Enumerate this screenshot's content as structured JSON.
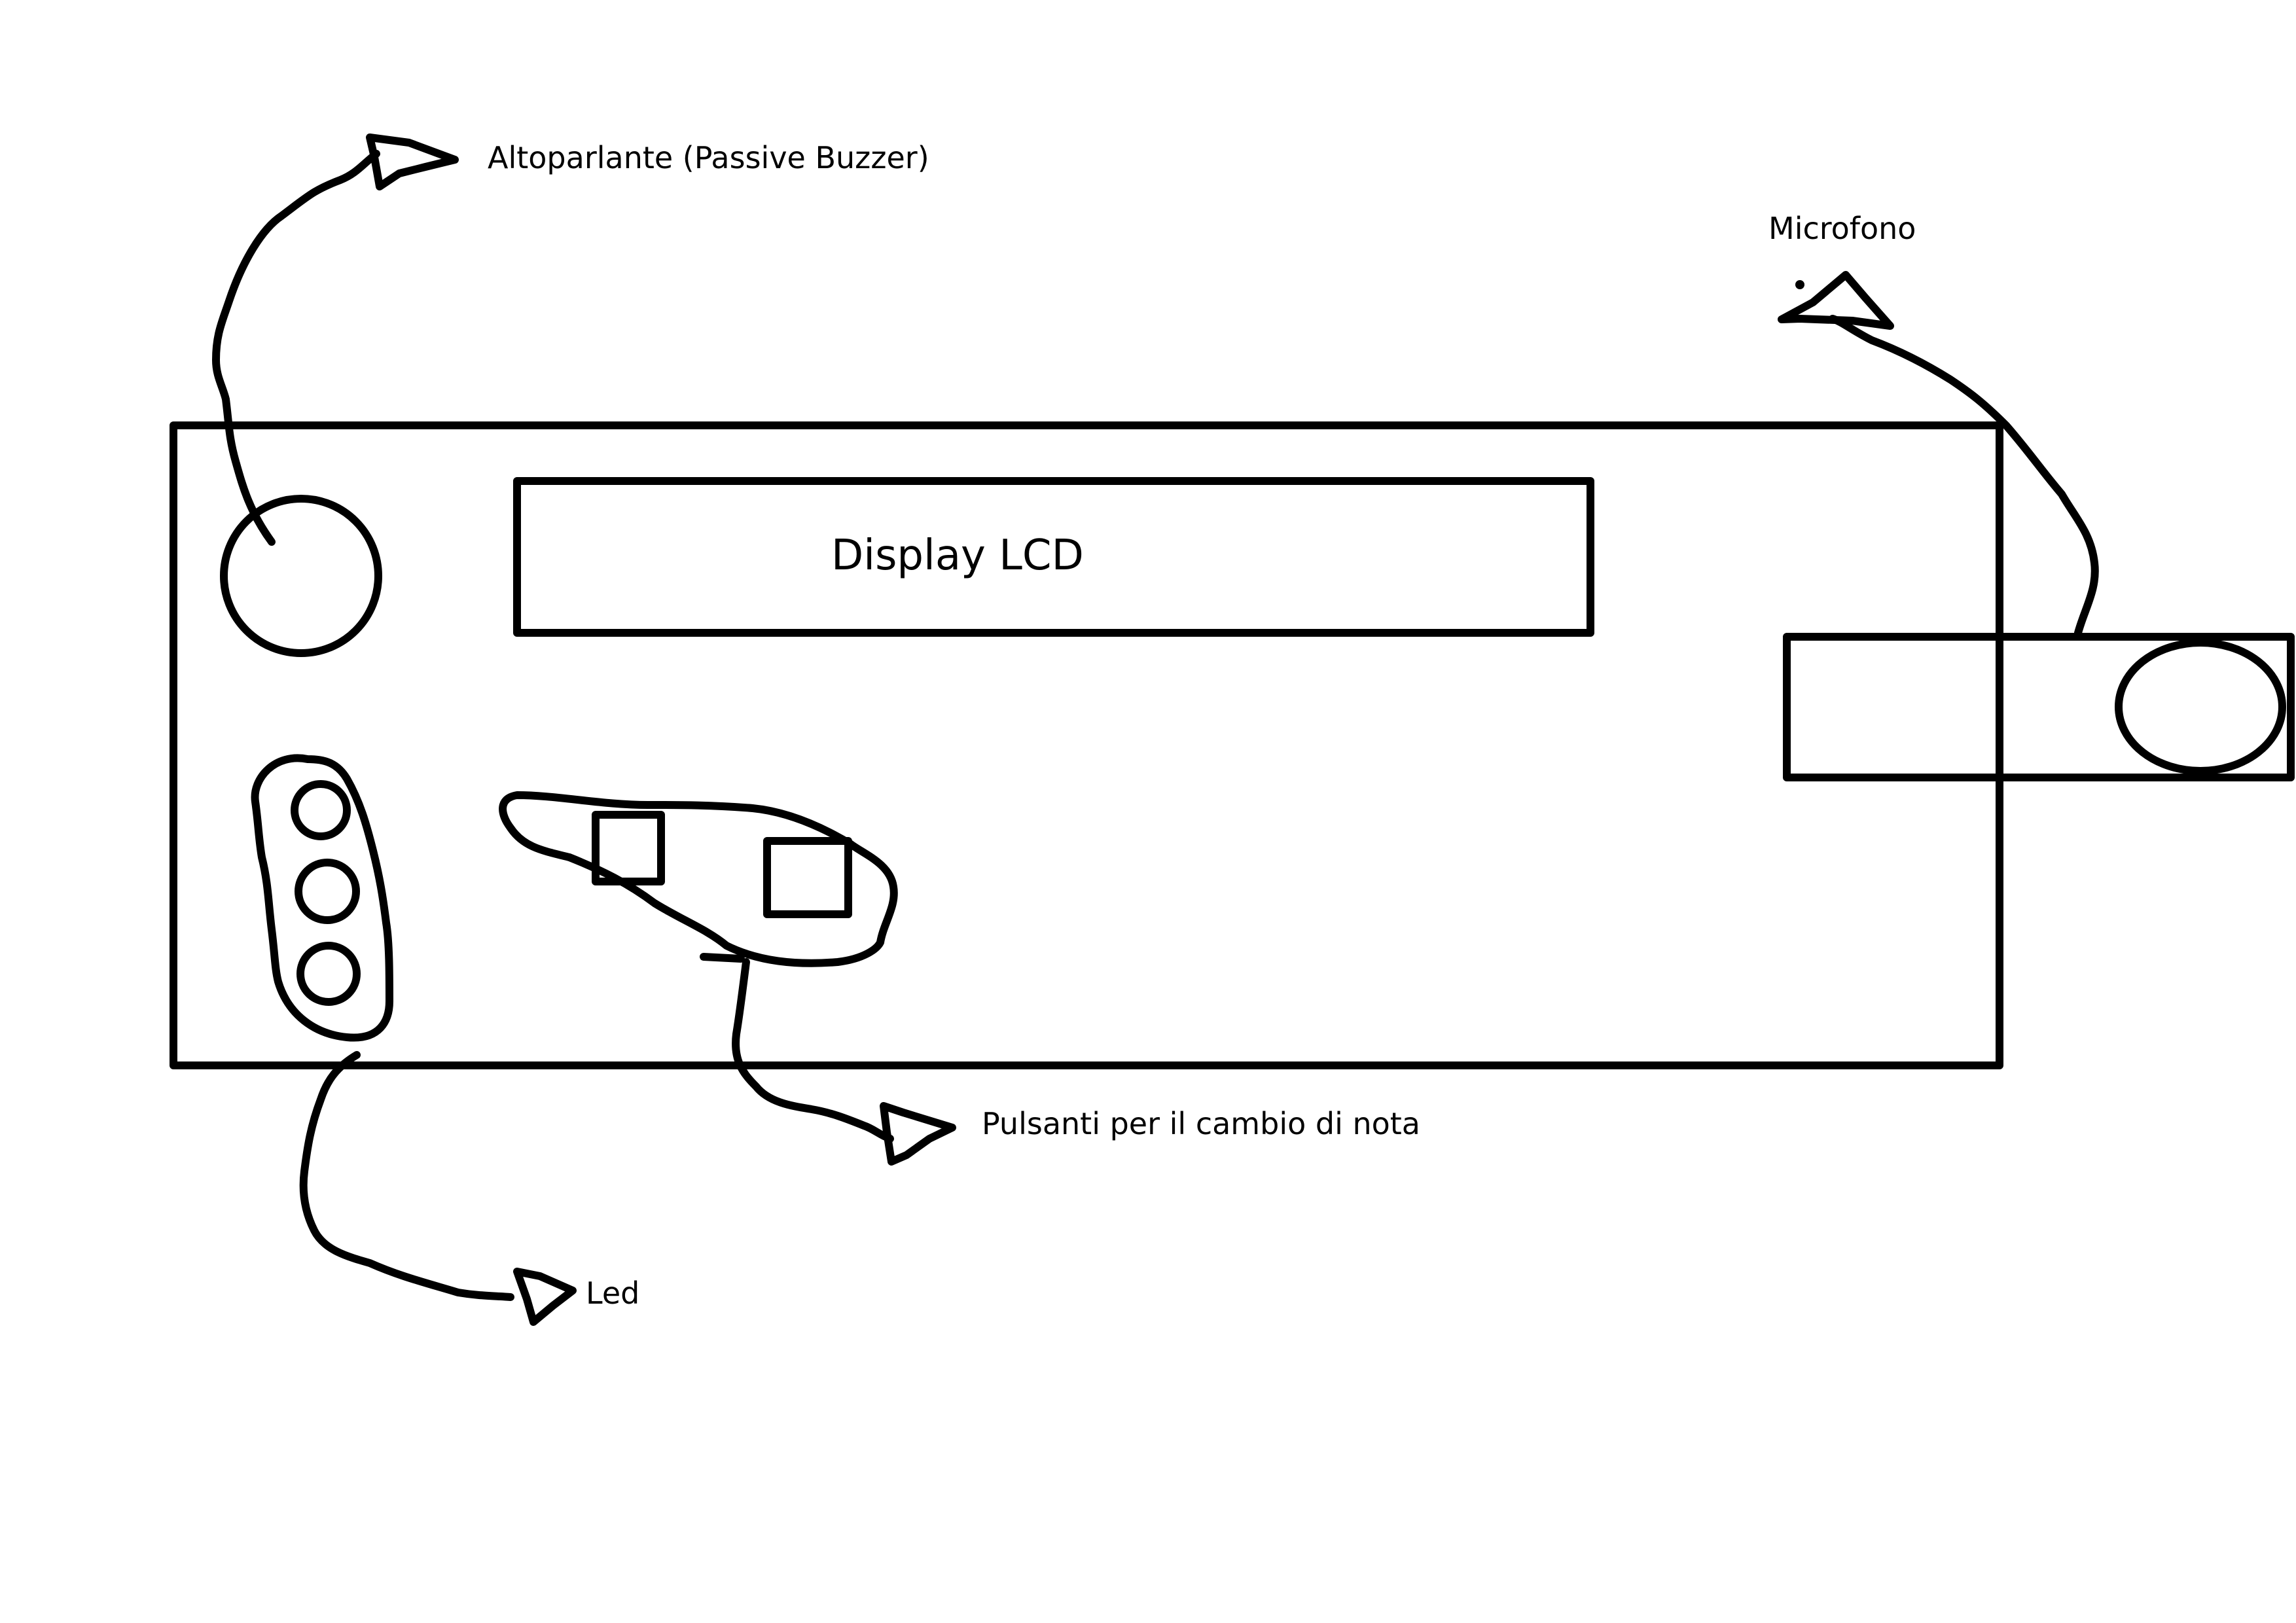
{
  "colors": {
    "ink": "#000000",
    "background": "#ffffff"
  },
  "labels": {
    "speaker": "Altoparlante (Passive Buzzer)",
    "microphone": "Microfono",
    "display": "Display LCD",
    "buttons": "Pulsanti per il cambio di nota",
    "led": "Led"
  },
  "components": {
    "led_count": 3,
    "button_count": 2
  }
}
